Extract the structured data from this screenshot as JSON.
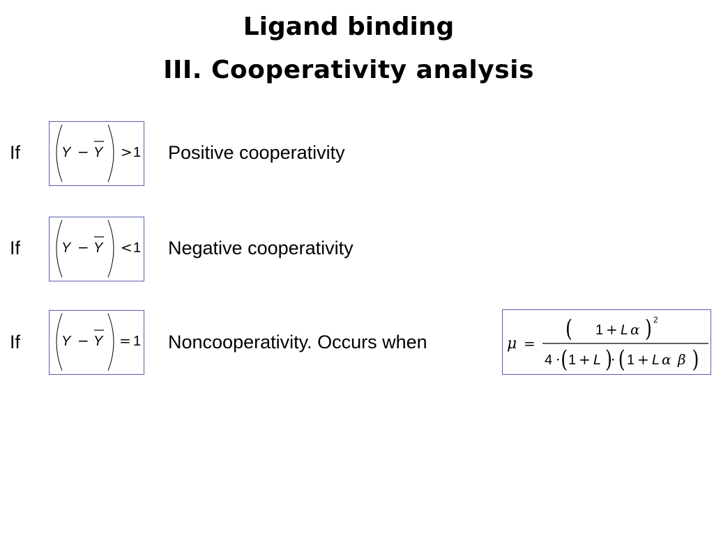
{
  "header": {
    "title": "Ligand binding",
    "subtitle": "III. Cooperativity analysis"
  },
  "rows": [
    {
      "if_label": "If",
      "lhs_var": "Y",
      "minus": "−",
      "bar_var": "Y",
      "relation": ">",
      "rhs": "1",
      "description": "Positive cooperativity"
    },
    {
      "if_label": "If",
      "lhs_var": "Y",
      "minus": "−",
      "bar_var": "Y",
      "relation": "<",
      "rhs": "1",
      "description": "Negative cooperativity"
    },
    {
      "if_label": "If",
      "lhs_var": "Y",
      "minus": "−",
      "bar_var": "Y",
      "relation": "=",
      "rhs": "1",
      "description": "Noncooperativity. Occurs when"
    }
  ],
  "mu_formula": {
    "mu": "μ",
    "equals": "=",
    "num_one": "1",
    "num_plus": "+",
    "num_L": "L",
    "num_alpha": "α",
    "num_exp": "2",
    "den_four": "4",
    "den_dot1": "·",
    "den_one1": "1",
    "den_plus1": "+",
    "den_L1": "L",
    "den_dot2": "·",
    "den_one2": "1",
    "den_plus2": "+",
    "den_L2": "L",
    "den_alpha": "α",
    "den_beta": "β"
  }
}
